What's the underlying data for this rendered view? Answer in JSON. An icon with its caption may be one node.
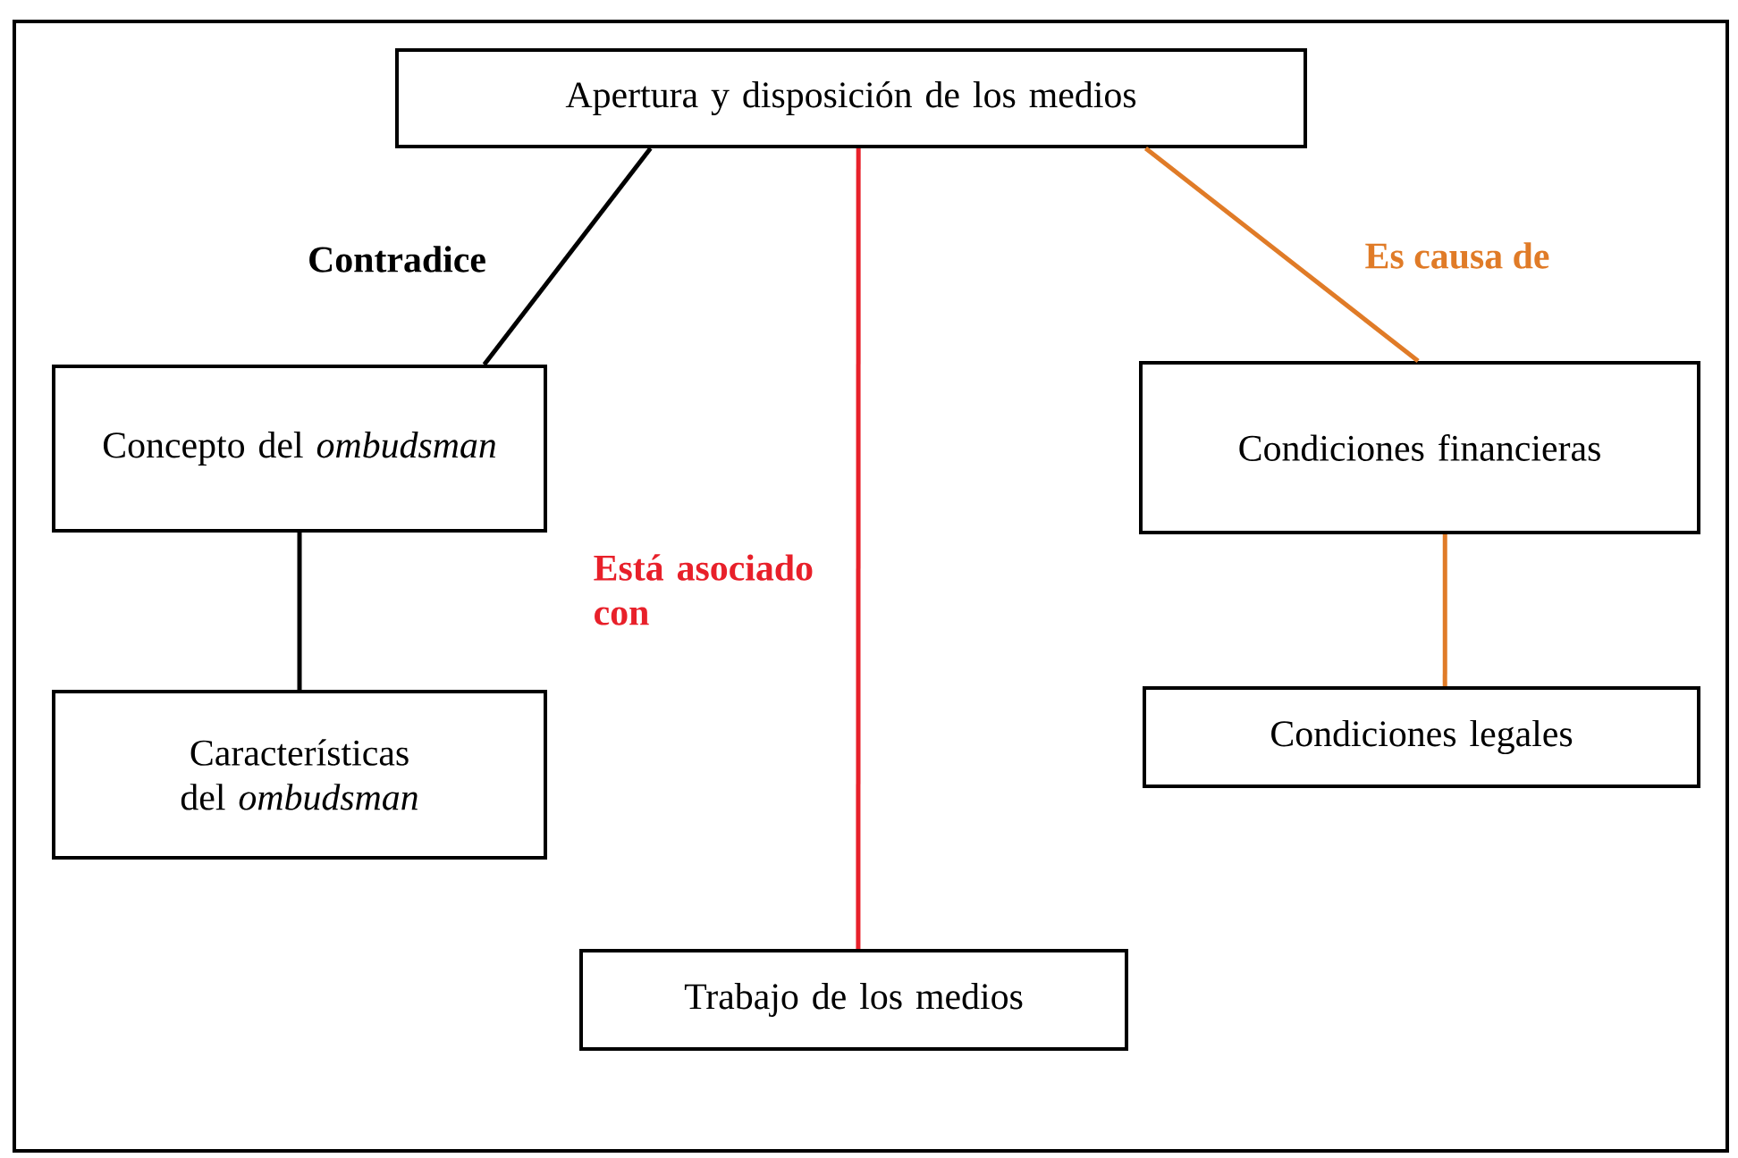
{
  "diagram": {
    "nodes": [
      {
        "text": [
          "Apertura y disposición de los medios"
        ]
      },
      {
        "text": [
          "Concepto del *ombudsman*"
        ]
      },
      {
        "text": [
          "Características del *ombudsman*"
        ]
      },
      {
        "text": [
          "Condiciones financieras"
        ]
      },
      {
        "text": [
          "Condiciones legales"
        ]
      },
      {
        "text": [
          "Trabajo de los medios"
        ]
      }
    ],
    "edges": [
      {
        "from": 0,
        "to": 1,
        "arrow": "none",
        "label": "Contradice"
      },
      {
        "from": 0,
        "to": 5,
        "arrow": "none",
        "label": "Está asociado con",
        "color": "#e8202a"
      },
      {
        "from": 0,
        "to": 3,
        "arrow": "none",
        "label": "Es causa de",
        "color": "#e07b27"
      },
      {
        "from": 1,
        "to": 2,
        "arrow": "none"
      },
      {
        "from": 3,
        "to": 4,
        "arrow": "none",
        "color": "#e07b27"
      }
    ]
  }
}
